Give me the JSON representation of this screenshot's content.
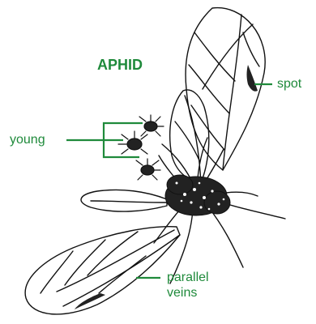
{
  "diagram": {
    "title": "APHID",
    "labels": {
      "spot": "spot",
      "young": "young",
      "veins_line1": "parallel",
      "veins_line2": "veins"
    },
    "colors": {
      "label": "#1f8a3b",
      "leader": "#1f8a3b",
      "ink": "#111111"
    }
  }
}
